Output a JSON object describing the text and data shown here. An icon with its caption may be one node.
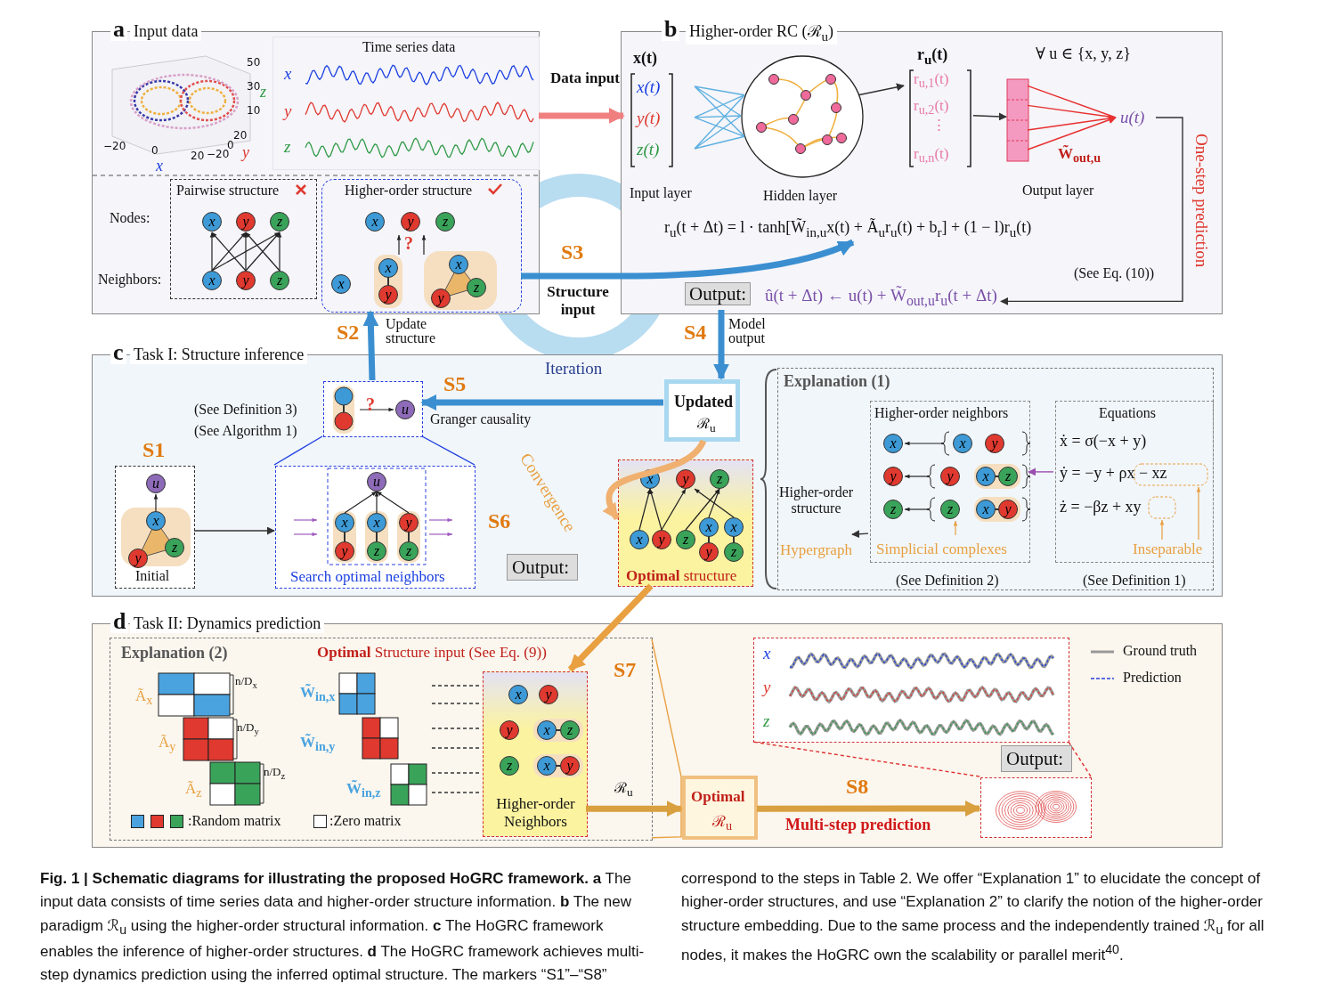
{
  "diagram": {
    "caption": "**Fig. 1 | Schematic diagrams for illustrating the proposed HoGRC framework.** **a** The input data consists of time series data and higher-order structure information. **b** The new paradigm ℛ$_{u}$ using the higher-order structural information. **c** The HoGRC framework enables the inference of higher-order structures. **d** The HoGRC framework achieves multi-step dynamics prediction using the inferred optimal structure. The markers “S1”–“S8” correspond to the steps in Table 2. We offer “Explanation 1” to elucidate the concept of higher-order structures, and use “Explanation 2” to clarify the notion of the higher-order structure embedding. Due to the same process and the independently trained ℛ$_{u}$ for all nodes, it makes the HoGRC own the scalability or parallel merit$^{40}$.",
    "nodes": [
      {
        "text": [
          "a",
          "Input data"
        ]
      },
      {
        "text": [
          "Time series data",
          "x",
          "y",
          "z"
        ],
        "in": 0
      },
      {
        "text": [
          "Pairwise structure",
          "x",
          "y",
          "z",
          "x",
          "y",
          "z"
        ],
        "in": 0
      },
      {
        "text": [
          "Higher-order structure",
          "x",
          "y",
          "z",
          "?",
          "x",
          "x",
          "y",
          "x",
          "z",
          "y"
        ],
        "in": 0
      },
      {
        "text": [
          "b",
          "Higher-order RC (ℛ$_{u}$)"
        ]
      },
      {
        "text": [
          "x(t)",
          "x(t)",
          "y(t)",
          "z(t)",
          "Input layer"
        ],
        "in": 4
      },
      {
        "text": [
          "Hidden layer"
        ],
        "in": 4
      },
      {
        "text": [
          "r$_{u}$(t)",
          "r$_{u,1}$(t)",
          "r$_{u,2}$(t)",
          "⋮",
          "r$_{u,n}$(t)"
        ],
        "in": 4
      },
      {
        "text": [],
        "shape": "bar",
        "in": 4
      },
      {
        "text": [
          "u(t)"
        ],
        "in": 4
      },
      {
        "text": [
          "Output:",
          "û(t + Δt) ← u(t) + W̃$_{out,u}$r$_{u}$(t + Δt)"
        ],
        "in": 4
      },
      {
        "text": [
          "r$_{u}$(t + Δt) = l · tanh[W̃$_{in,u}$x(t) + Ã$_{u}$r$_{u}$(t) + b$_{r}$] + (1 − l)r$_{u}$(t)"
        ],
        "in": 4
      },
      {
        "text": [
          "c",
          "Task I: Structure inference"
        ]
      },
      {
        "text": [
          "?",
          "u"
        ],
        "in": 12
      },
      {
        "text": [
          "u",
          "x",
          "z",
          "y",
          "Initial"
        ],
        "in": 12,
        "beside": [
          "S1"
        ]
      },
      {
        "text": [
          "u",
          "x",
          "x",
          "y",
          "y",
          "z",
          "z",
          "Search optimal neighbors"
        ],
        "in": 12
      },
      {
        "text": [
          "Updated",
          "ℛ$_{u}$"
        ],
        "in": 12
      },
      {
        "text": [
          "x",
          "y",
          "z",
          "x",
          "y",
          "z",
          "x",
          "x",
          "y",
          "z",
          "**Optimal** structure"
        ],
        "in": 12
      },
      {
        "text": [
          "Explanation (1)"
        ],
        "in": 12
      },
      {
        "text": [
          "Higher-order structure",
          "Hypergraph"
        ],
        "in": 18
      },
      {
        "text": [
          "Higher-order neighbors",
          "x",
          "x",
          "y",
          "y",
          "y",
          "x",
          "z",
          "z",
          "z",
          "x",
          "y",
          "Simplicial complexes"
        ],
        "in": 18,
        "beside": [
          "(See Definition 2)"
        ]
      },
      {
        "text": [
          "Equations",
          "ẋ = σ(−x + y)",
          "ẏ = −y + ρx − xz",
          "ż = −βz + xy",
          "Inseparable"
        ],
        "in": 18,
        "beside": [
          "(See Definition 1)"
        ]
      },
      {
        "text": [
          "d",
          "Task II: Dynamics prediction"
        ]
      },
      {
        "text": [
          "Explanation (2)",
          "**Optimal** Structure input (See Eq. (9))"
        ],
        "in": 22
      },
      {
        "text": [
          "Ã$_{x}$",
          "n/D$_{x}$",
          "Ã$_{y}$",
          "n/D$_{y}$",
          "Ã$_{z}$",
          "n/D$_{z}$"
        ],
        "in": 23
      },
      {
        "text": [
          "W̃$_{in,x}$",
          "W̃$_{in,y}$",
          "W̃$_{in,z}$"
        ],
        "in": 23
      },
      {
        "text": [
          "x",
          "y",
          "y",
          "x",
          "z",
          "z",
          "x",
          "y",
          "Higher-order Neighbors"
        ],
        "in": 23,
        "beside": [
          "S7"
        ]
      },
      {
        "text": [
          "Optimal",
          "ℛ$_{u}$"
        ],
        "in": 22
      },
      {
        "text": [
          "x",
          "y",
          "z"
        ],
        "in": 22
      },
      {
        "text": [],
        "shape": "picture",
        "in": 22
      },
      {
        "text": [
          "Output:"
        ],
        "in": 12
      },
      {
        "text": [
          "Output:"
        ],
        "in": 22
      }
    ],
    "edges": [
      {
        "from": 1,
        "to": 5,
        "arrow": "to",
        "label": "Data input",
        "style": "thick",
        "color": "#f08080"
      },
      {
        "from": 3,
        "to": 11,
        "arrow": "to",
        "label": "S3",
        "style": "thick",
        "color": "#3b8fd0"
      },
      {
        "from": 5,
        "to": 6,
        "arrow": "none",
        "color": "#5fb0e0"
      },
      {
        "from": 6,
        "to": 7,
        "arrow": "to"
      },
      {
        "from": 7,
        "to": 8,
        "arrow": "to"
      },
      {
        "from": 8,
        "to": 9,
        "arrow": "to",
        "color": "#e83030"
      },
      {
        "from": 9,
        "to": 10,
        "arrow": "to",
        "label": "One-step prediction"
      },
      {
        "from": 13,
        "to": 3,
        "arrow": "to",
        "label": "S2",
        "style": "thick",
        "color": "#3b8fd0"
      },
      {
        "from": 10,
        "to": 16,
        "arrow": "to",
        "label": "S4",
        "style": "thick",
        "color": "#3b8fd0"
      },
      {
        "from": 16,
        "to": 13,
        "arrow": "to",
        "label": "S5",
        "style": "thick",
        "color": "#3b8fd0"
      },
      {
        "from": 14,
        "to": 15,
        "arrow": "to"
      },
      {
        "from": 13,
        "to": 15,
        "arrow": "none",
        "color": "#1f3fe0"
      },
      {
        "from": 16,
        "to": 17,
        "arrow": "to",
        "label": "Convergence",
        "style": "thick",
        "color": "#f0b070"
      },
      {
        "from": 20,
        "to": 19,
        "arrow": "to"
      },
      {
        "from": 21,
        "to": 20,
        "arrow": "to",
        "color": "#9b4fb0"
      },
      {
        "from": 17,
        "to": 26,
        "arrow": "to",
        "style": "thick",
        "color": "#e8a040"
      },
      {
        "from": 25,
        "to": 26,
        "arrow": "none",
        "style": "dashed"
      },
      {
        "from": 26,
        "to": 27,
        "arrow": "to",
        "label": "ℛ$_{u}$",
        "style": "thick",
        "color": "#d9a040"
      },
      {
        "from": 23,
        "to": 27,
        "arrow": "none",
        "color": "#e8a040"
      },
      {
        "from": 27,
        "to": 29,
        "arrow": "to",
        "label": "S8",
        "style": "thick",
        "color": "#d9a040"
      },
      {
        "from": 29,
        "to": 28,
        "arrow": "none",
        "style": "dashed",
        "color": "#e03030"
      }
    ],
    "labels": [
      "50",
      "30",
      "10",
      "−20",
      "0",
      "20",
      "20",
      "0",
      "−20",
      "z",
      "x",
      "y",
      "Nodes:",
      "Neighbors:",
      "∀ u ∈ {x, y, z}",
      "W̃$_{out,u}$",
      "Output layer",
      "Structure input",
      "(See Eq. (10))",
      "Update structure",
      "Model output",
      "Iteration",
      "(See Definition 3)",
      "Granger causality",
      "(See Algorithm 1)",
      "S6",
      "Multi-step prediction"
    ],
    "legend": [
      {
        "text": ":Random matrix",
        "color": "#4aa3df"
      },
      {
        "text": ":Zero matrix",
        "color": "#ffffff"
      },
      {
        "text": "Ground truth"
      },
      {
        "text": "Prediction"
      }
    ]
  }
}
